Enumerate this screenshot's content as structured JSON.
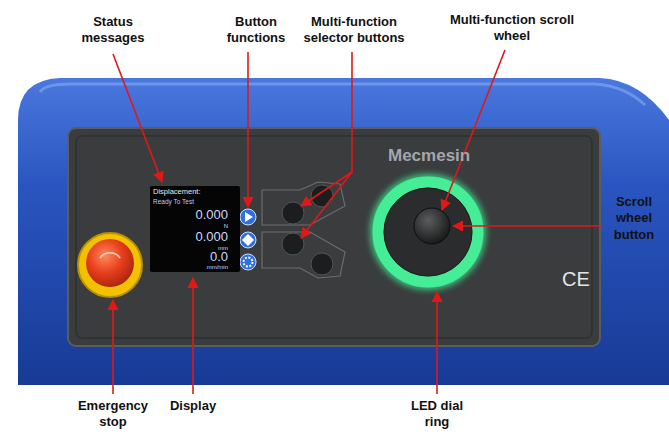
{
  "diagram": {
    "nodes": [
      {
        "text": [
          "Mecmesin",
          "CE"
        ]
      },
      {
        "text": [
          "Displacement:",
          "Ready To Test",
          "0.000",
          "N",
          "0.000",
          "mm",
          "0.0",
          "mm/min"
        ],
        "in": 0
      }
    ],
    "labels": [
      "Status messages",
      "Button functions",
      "Multi-function selector buttons",
      "Multi-function scroll wheel",
      "Scroll wheel button",
      "Emergency stop",
      "Display",
      "LED dial ring"
    ]
  }
}
